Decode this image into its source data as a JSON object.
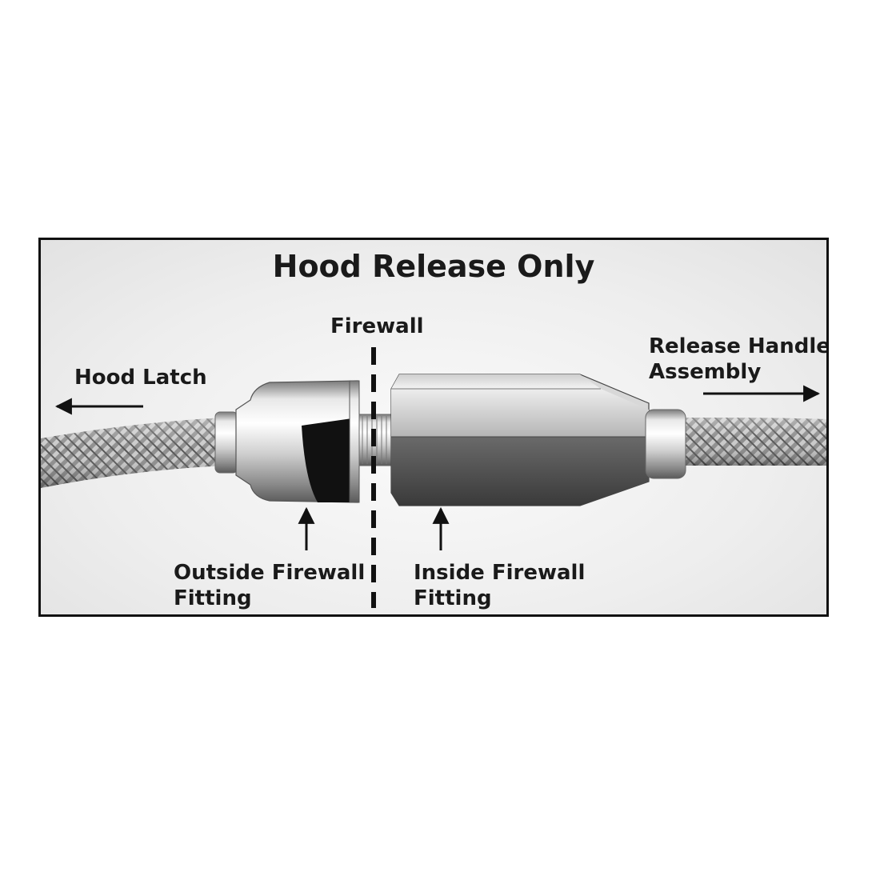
{
  "diagram": {
    "title": "Hood Release Only",
    "labels": {
      "firewall": "Firewall",
      "hood_latch": "Hood Latch",
      "release_handle_line1": "Release Handle",
      "release_handle_line2": "Assembly",
      "outside_fitting_line1": "Outside Firewall",
      "outside_fitting_line2": "Fitting",
      "inside_fitting_line1": "Inside Firewall",
      "inside_fitting_line2": "Fitting"
    }
  },
  "colors": {
    "border": "#111111",
    "text": "#1a1a1a",
    "metal_light": "#f4f4f4",
    "metal_dark": "#6a6a6a",
    "background": "#ffffff"
  }
}
